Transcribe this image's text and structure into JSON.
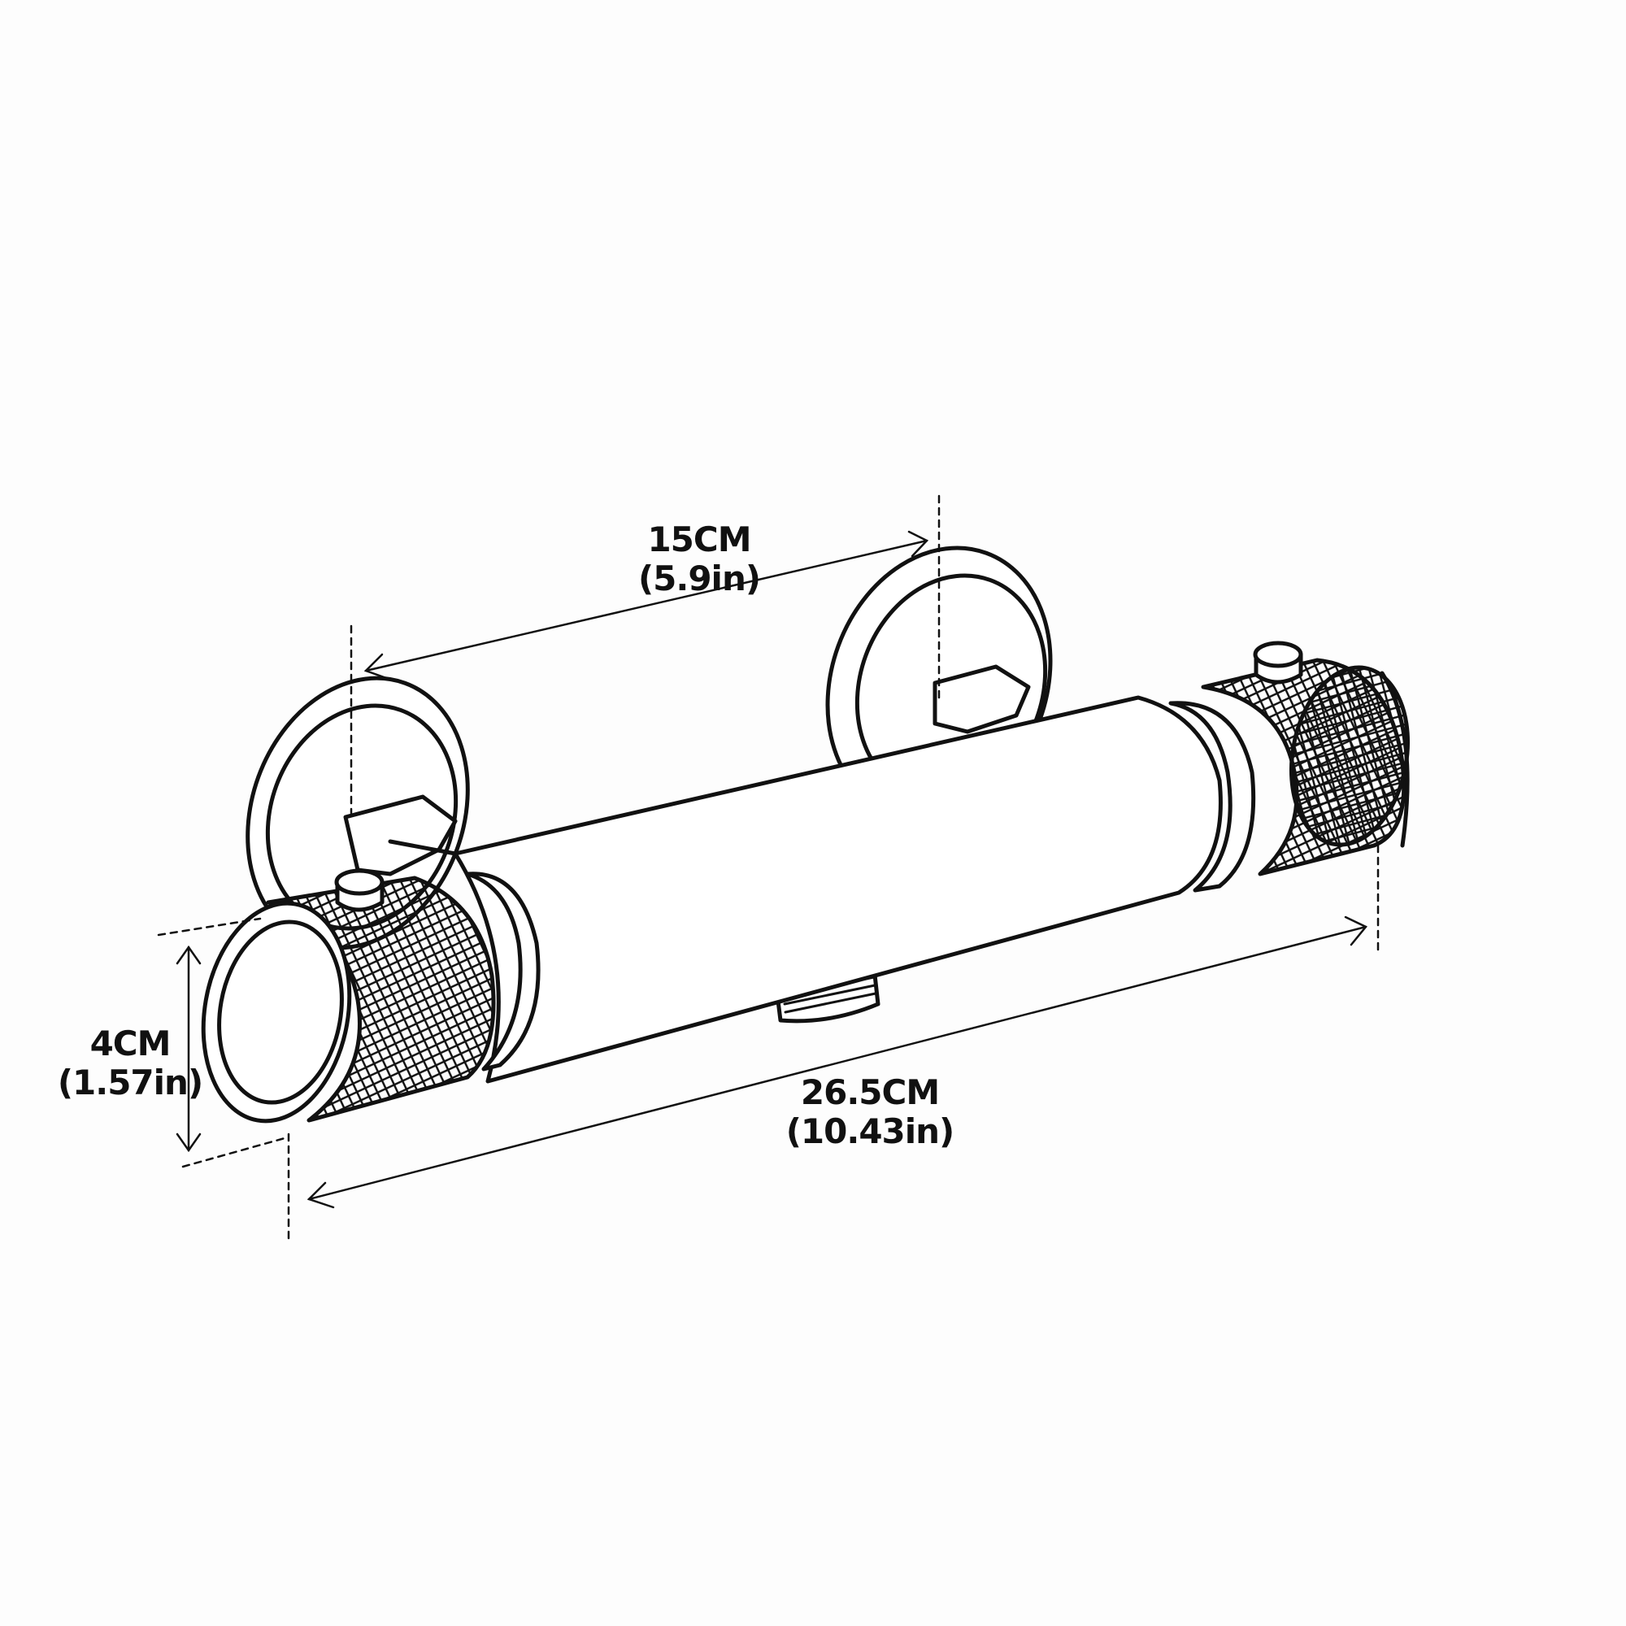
{
  "dimensions": {
    "top": {
      "metric": "15CM",
      "imperial": "(5.9in)"
    },
    "height": {
      "metric": "4CM",
      "imperial": "(1.57in)"
    },
    "length": {
      "metric": "26.5CM",
      "imperial": "(10.43in)"
    }
  },
  "colors": {
    "line": "#111111",
    "background": "#fdfdfd"
  }
}
